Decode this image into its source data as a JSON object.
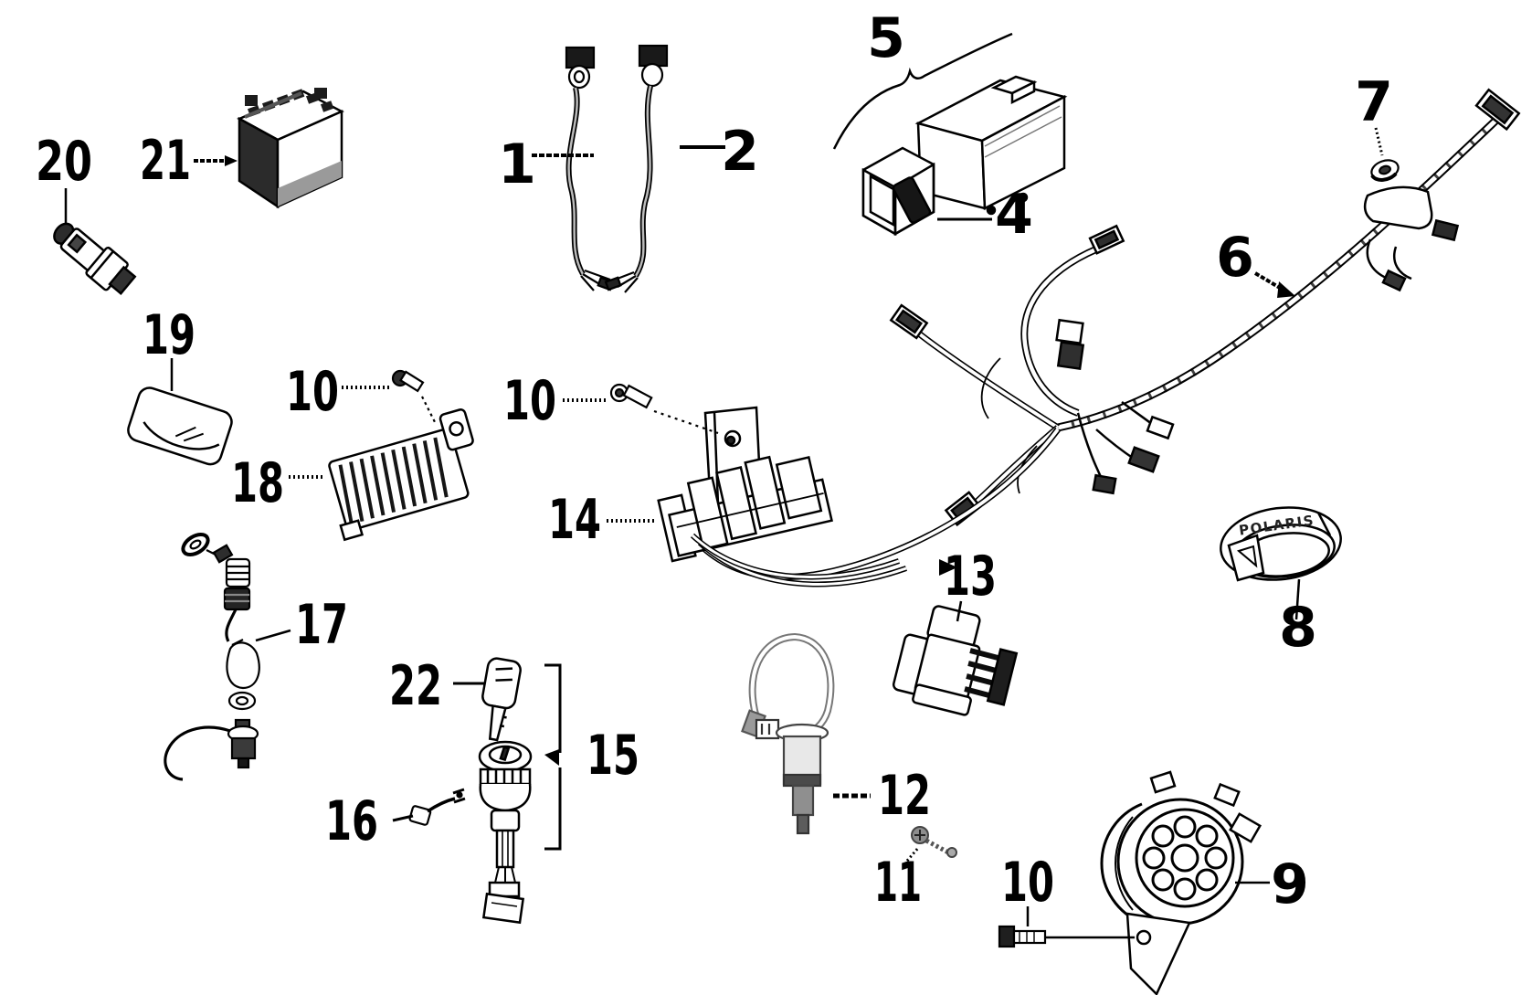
{
  "diagram": {
    "background_color": "#ffffff",
    "line_color": "#000000",
    "emblem_text": "POLARIS",
    "callouts": [
      {
        "label": "1"
      },
      {
        "label": "2"
      },
      {
        "label": "4"
      },
      {
        "label": "5"
      },
      {
        "label": "6"
      },
      {
        "label": "7"
      },
      {
        "label": "8"
      },
      {
        "label": "9"
      },
      {
        "label": "10"
      },
      {
        "label": "10"
      },
      {
        "label": "10"
      },
      {
        "label": "11"
      },
      {
        "label": "12"
      },
      {
        "label": "13"
      },
      {
        "label": "14"
      },
      {
        "label": "15"
      },
      {
        "label": "16"
      },
      {
        "label": "17"
      },
      {
        "label": "18"
      },
      {
        "label": "19"
      },
      {
        "label": "20"
      },
      {
        "label": "21"
      },
      {
        "label": "22"
      }
    ]
  }
}
